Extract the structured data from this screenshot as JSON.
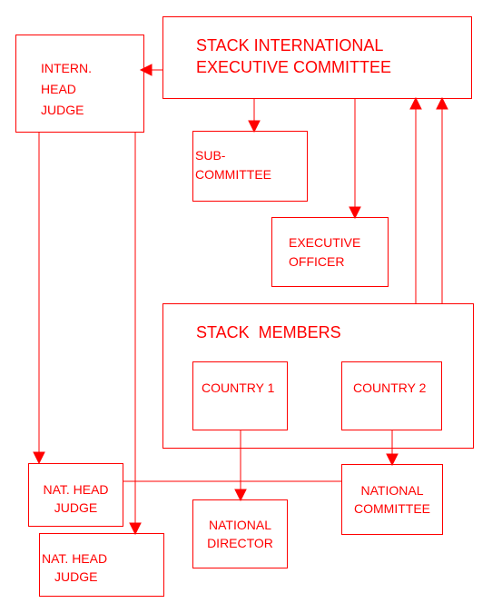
{
  "colors": {
    "stroke": "#ff0000",
    "text": "#ff0000",
    "background": "#ffffff"
  },
  "nodes": {
    "executive_committee": {
      "lines": [
        "STACK INTERNATIONAL",
        "EXECUTIVE COMMITTEE"
      ]
    },
    "intern_head_judge": {
      "lines": [
        "INTERN.",
        "HEAD",
        "JUDGE"
      ]
    },
    "sub_committee": {
      "lines": [
        "SUB-",
        "COMMITTEE"
      ]
    },
    "executive_officer": {
      "lines": [
        "EXECUTIVE",
        "OFFICER"
      ]
    },
    "stack_members": {
      "title": "STACK  MEMBERS"
    },
    "country_1": {
      "label": "COUNTRY 1"
    },
    "country_2": {
      "label": "COUNTRY 2"
    },
    "nat_head_judge_1": {
      "lines": [
        "NAT. HEAD",
        "JUDGE"
      ]
    },
    "nat_head_judge_2": {
      "lines": [
        "NAT. HEAD",
        "JUDGE"
      ]
    },
    "national_director": {
      "lines": [
        "NATIONAL",
        "DIRECTOR"
      ]
    },
    "national_committee": {
      "lines": [
        "NATIONAL",
        "COMMITTEE"
      ]
    }
  },
  "connections": [
    {
      "from": "executive_committee",
      "to": "intern_head_judge",
      "arrow": true
    },
    {
      "from": "executive_committee",
      "to": "sub_committee",
      "arrow": true
    },
    {
      "from": "executive_committee",
      "to": "executive_officer",
      "arrow": true
    },
    {
      "from": "stack_members",
      "to": "executive_committee",
      "arrow": true
    },
    {
      "from": "stack_members",
      "to": "executive_committee",
      "arrow": true
    },
    {
      "from": "intern_head_judge",
      "to": "nat_head_judge_1",
      "arrow": true
    },
    {
      "from": "intern_head_judge",
      "to": "nat_head_judge_2",
      "arrow": true
    },
    {
      "from": "country_1",
      "to": "national_director",
      "arrow": true
    },
    {
      "from": "country_2",
      "to": "national_committee",
      "arrow": true
    },
    {
      "from": "nat_head_judge_1",
      "to": "national_committee",
      "arrow": false
    }
  ]
}
